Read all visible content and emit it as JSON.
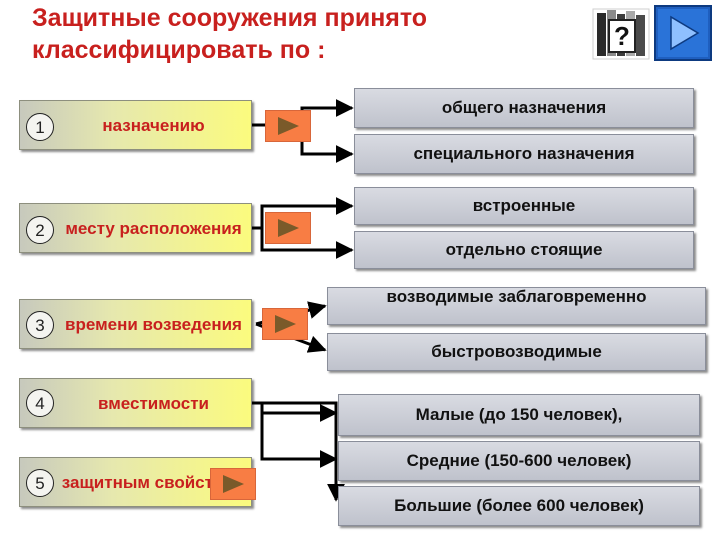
{
  "title": "Защитные сооружения принято классифицировать по :",
  "toolbar": {
    "help_icon": "help-books-icon",
    "next_icon": "next-slide-arrow-icon"
  },
  "criteria": [
    {
      "num": "1",
      "label": "назначению"
    },
    {
      "num": "2",
      "label": "месту расположения"
    },
    {
      "num": "3",
      "label": "времени возведения"
    },
    {
      "num": "4",
      "label": "вместимости"
    },
    {
      "num": "5",
      "label": "защитным свойствам"
    }
  ],
  "results": {
    "purpose": [
      "общего назначения",
      "специального назначения"
    ],
    "location": [
      "встроенные",
      "отдельно стоящие"
    ],
    "time": [
      "возводимые заблаговременно",
      "быстровозводимые"
    ],
    "capacity": [
      "Малые (до 150 человек),",
      "Средние (150-600 человек)",
      "Большие (более 600 человек)"
    ]
  },
  "colors": {
    "title_red": "#c8201e",
    "criterion_fill": "#fbfb7e",
    "result_fill": "#c9ccd4",
    "play_button": "#f87d44",
    "nav_blue": "#1f5fbf"
  }
}
